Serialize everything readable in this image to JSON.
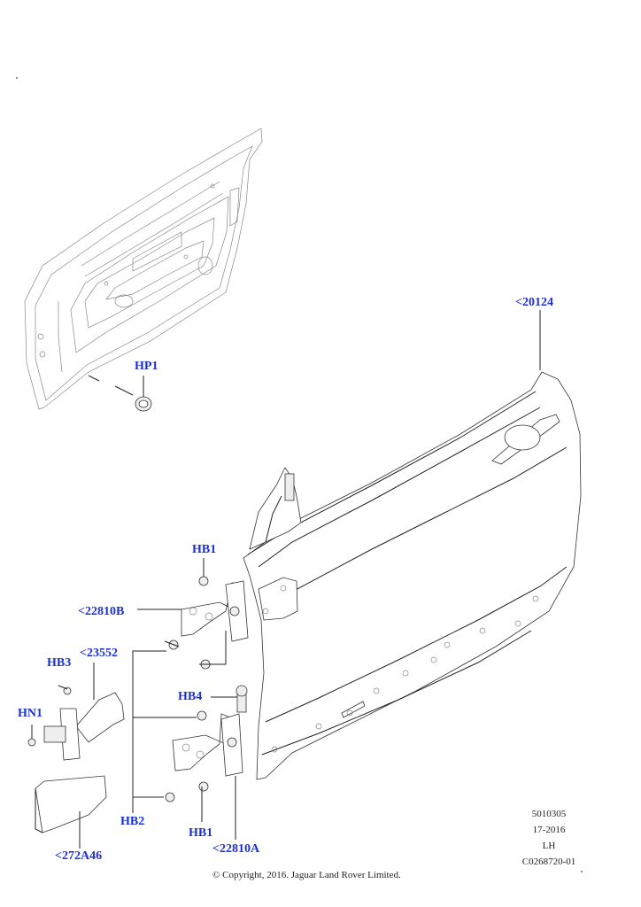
{
  "callouts": {
    "hp1": "HP1",
    "p20124": "<20124",
    "hb1_top": "HB1",
    "p22810b": "<22810B",
    "p23552": "<23552",
    "hb3": "HB3",
    "hn1": "HN1",
    "hb4": "HB4",
    "hb2": "HB2",
    "hb1_bottom": "HB1",
    "p272a46": "<272A46",
    "p22810a": "<22810A"
  },
  "info_block": {
    "code": "5010305",
    "date": "17-2016",
    "side": "LH",
    "ref": "C0268720-01"
  },
  "copyright": "© Copyright, 2016. Jaguar Land Rover Limited."
}
